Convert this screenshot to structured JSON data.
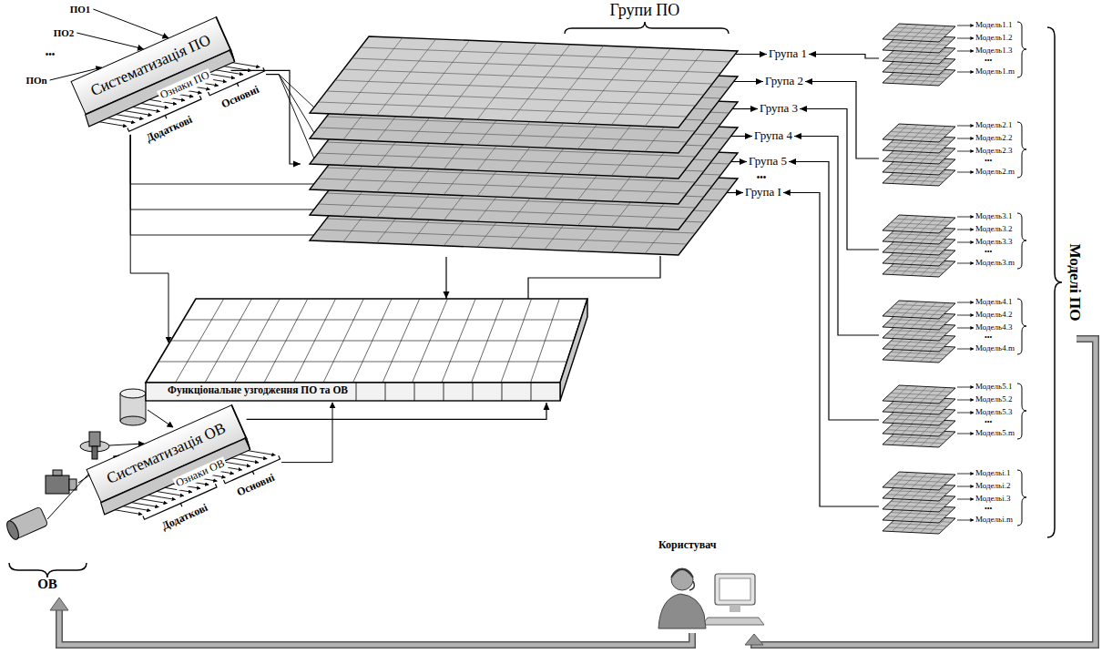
{
  "diagram": {
    "nodes": [
      {
        "text": [
          "Систематизація ПО"
        ]
      },
      {
        "text": [
          "Групи ПО"
        ]
      },
      {
        "text": [
          "Група 1"
        ]
      },
      {
        "text": [
          "Група 2"
        ]
      },
      {
        "text": [
          "Група 3"
        ]
      },
      {
        "text": [
          "Група 4"
        ]
      },
      {
        "text": [
          "Група 5"
        ]
      },
      {
        "text": [
          "Група I"
        ]
      },
      {
        "text": [
          "Функціональне узгодження ПО та ОВ"
        ]
      },
      {
        "text": [
          "Систематизація ОВ"
        ]
      },
      {
        "text": [
          "Користувач"
        ]
      },
      {
        "text": [
          "Модель1.1",
          "Модель1.2",
          "Модель1.3",
          "•••",
          "Модель1.m"
        ]
      },
      {
        "text": [
          "Модель2.1",
          "Модель2.2",
          "Модель2.3",
          "•••",
          "Модель2.m"
        ]
      },
      {
        "text": [
          "Модель3.1",
          "Модель3.2",
          "Модель3.3",
          "•••",
          "Модель3.m"
        ]
      },
      {
        "text": [
          "Модель4.1",
          "Модель4.2",
          "Модель4.3",
          "•••",
          "Модель4.m"
        ]
      },
      {
        "text": [
          "Модель5.1",
          "Модель5.2",
          "Модель5.3",
          "•••",
          "Модель5.m"
        ]
      },
      {
        "text": [
          "Модельі.1",
          "Модельі.2",
          "Модельі.3",
          "•••",
          "Модельі.m"
        ]
      }
    ],
    "edges": [
      {
        "from": 0,
        "to": 1,
        "arrow": "to"
      },
      {
        "from": 1,
        "to": 2,
        "arrow": "to"
      },
      {
        "from": 1,
        "to": 3,
        "arrow": "to"
      },
      {
        "from": 1,
        "to": 4,
        "arrow": "to"
      },
      {
        "from": 1,
        "to": 5,
        "arrow": "to"
      },
      {
        "from": 1,
        "to": 6,
        "arrow": "to"
      },
      {
        "from": 1,
        "to": 7,
        "arrow": "to"
      },
      {
        "from": 11,
        "to": 2,
        "arrow": "to"
      },
      {
        "from": 12,
        "to": 3,
        "arrow": "to"
      },
      {
        "from": 13,
        "to": 4,
        "arrow": "to"
      },
      {
        "from": 14,
        "to": 5,
        "arrow": "to"
      },
      {
        "from": 15,
        "to": 6,
        "arrow": "to"
      },
      {
        "from": 16,
        "to": 7,
        "arrow": "to"
      },
      {
        "from": 1,
        "to": 8,
        "arrow": "to"
      },
      {
        "from": 9,
        "to": 8,
        "arrow": "to"
      }
    ],
    "labels": [
      "ПО1",
      "ПО2",
      "•••",
      "ПОn",
      "Ознаки ПО",
      "Додаткові",
      "Основні",
      "•••",
      "Моделі ПО",
      "Ознаки ОВ",
      "Додаткові",
      "Основні",
      "ОВ"
    ]
  }
}
